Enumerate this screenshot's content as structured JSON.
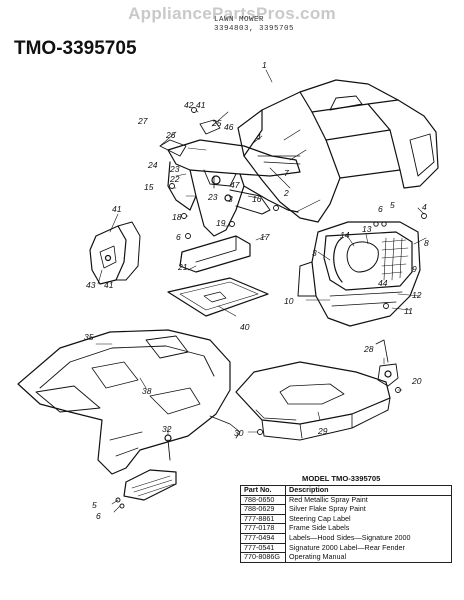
{
  "watermark": "AppliancePartsPros.com",
  "model_title": "TMO-3395705",
  "header": {
    "line1": "LAWN MOWER",
    "line2": "3394803, 3395705"
  },
  "callouts": [
    "1",
    "2",
    "3",
    "3",
    "4",
    "4",
    "5",
    "5",
    "6",
    "6",
    "6",
    "7",
    "8",
    "9",
    "10",
    "11",
    "12",
    "13",
    "14",
    "15",
    "16",
    "17",
    "18",
    "19",
    "20",
    "21",
    "22",
    "23",
    "23",
    "24",
    "25",
    "26",
    "27",
    "28",
    "29",
    "30",
    "32",
    "35",
    "38",
    "40",
    "41",
    "41",
    "41",
    "42",
    "43",
    "44",
    "46",
    "47"
  ],
  "parts_table": {
    "caption": "MODEL TMO-3395705",
    "headers": [
      "Part No.",
      "Description"
    ],
    "rows": [
      {
        "part_no": "788-0650",
        "description": "Red Metallic Spray Paint"
      },
      {
        "part_no": "788-0629",
        "description": "Silver Flake Spray Paint"
      },
      {
        "part_no": "777-8861",
        "description": "Steering Cap Label"
      },
      {
        "part_no": "777-0178",
        "description": "Frame Side Labels"
      },
      {
        "part_no": "777-0494",
        "description": "Labels—Hood Sides—Signature 2000"
      },
      {
        "part_no": "777-0541",
        "description": "Signature 2000 Label—Rear Fender"
      },
      {
        "part_no": "770-8086G",
        "description": "Operating Manual"
      }
    ]
  }
}
